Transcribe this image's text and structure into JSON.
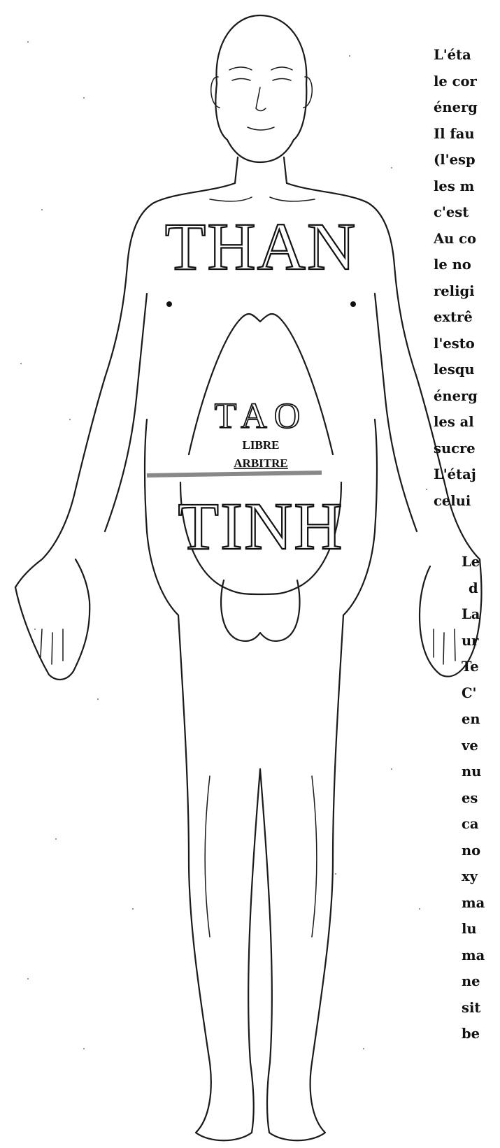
{
  "figure": {
    "labels": {
      "than": "THAN",
      "tao": "TAO",
      "libre": "LIBRE",
      "arbitre": "ARBITRE",
      "tinh": "TINH"
    }
  },
  "text_top": [
    "L'éta",
    "le cor",
    "énerg",
    "Il fau",
    "(l'esp",
    "les m",
    "c'est",
    "Au co",
    "le no",
    "religi",
    "extrê",
    "l'esto",
    "lesqu",
    "énerg",
    "les al",
    "sucre",
    "L'étaj",
    "celui"
  ],
  "text_bottom": [
    "Le",
    "d",
    "La",
    "ur",
    "Te",
    "C'",
    "en",
    "ve",
    "nu",
    "es",
    "ca",
    "no",
    "xy",
    "ma",
    "lu",
    "ma",
    "ne",
    "sit",
    "be"
  ]
}
